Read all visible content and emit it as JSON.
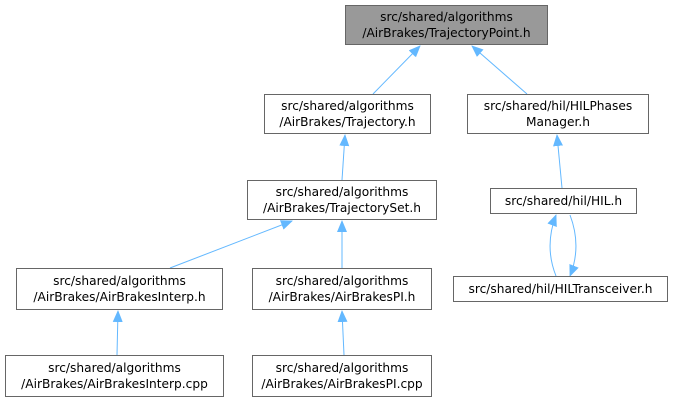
{
  "graph": {
    "nodes": [
      {
        "id": "n0",
        "lines": [
          "src/shared/algorithms",
          "/AirBrakes/TrajectoryPoint.h"
        ],
        "highlighted": true
      },
      {
        "id": "n1",
        "lines": [
          "src/shared/algorithms",
          "/AirBrakes/Trajectory.h"
        ]
      },
      {
        "id": "n2",
        "lines": [
          "src/shared/hil/HILPhases",
          "Manager.h"
        ]
      },
      {
        "id": "n3",
        "lines": [
          "src/shared/algorithms",
          "/AirBrakes/TrajectorySet.h"
        ]
      },
      {
        "id": "n4",
        "lines": [
          "src/shared/hil/HIL.h"
        ]
      },
      {
        "id": "n5",
        "lines": [
          "src/shared/algorithms",
          "/AirBrakes/AirBrakesInterp.h"
        ]
      },
      {
        "id": "n6",
        "lines": [
          "src/shared/algorithms",
          "/AirBrakes/AirBrakesPI.h"
        ]
      },
      {
        "id": "n7",
        "lines": [
          "src/shared/hil/HILTransceiver.h"
        ]
      },
      {
        "id": "n8",
        "lines": [
          "src/shared/algorithms",
          "/AirBrakes/AirBrakesInterp.cpp"
        ]
      },
      {
        "id": "n9",
        "lines": [
          "src/shared/algorithms",
          "/AirBrakes/AirBrakesPI.cpp"
        ]
      }
    ],
    "edges": [
      {
        "from": "n1",
        "to": "n0"
      },
      {
        "from": "n2",
        "to": "n0"
      },
      {
        "from": "n3",
        "to": "n1"
      },
      {
        "from": "n4",
        "to": "n2"
      },
      {
        "from": "n5",
        "to": "n3"
      },
      {
        "from": "n6",
        "to": "n3"
      },
      {
        "from": "n7",
        "to": "n4"
      },
      {
        "from": "n4",
        "to": "n7"
      },
      {
        "from": "n8",
        "to": "n5"
      },
      {
        "from": "n9",
        "to": "n6"
      }
    ],
    "colors": {
      "edge": "#63b8ff",
      "node_border": "#666666",
      "node_fill": "#ffffff",
      "highlight_fill": "#999999",
      "text": "#000000"
    }
  }
}
